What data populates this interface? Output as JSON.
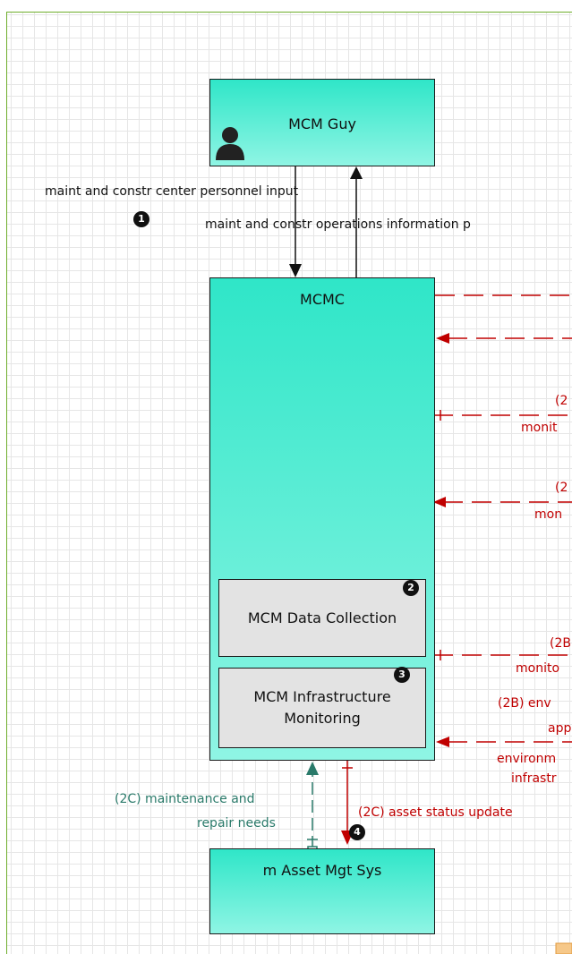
{
  "nodes": {
    "mcm_guy": "MCM Guy",
    "mcmc": "MCMC",
    "data_collection": "MCM Data Collection",
    "infra_monitoring_line1": "MCM Infrastructure",
    "infra_monitoring_line2": "Monitoring",
    "asset_mgt": "m Asset Mgt Sys"
  },
  "flows": {
    "personnel_input": "maint and constr center personnel input",
    "operations_info": "maint and constr operations information p",
    "f2_a_line1": "(2",
    "f2_a_line2": "monit",
    "f2_b_line1": "(2",
    "f2_b_line2": "mon",
    "f2b_a_line1": "(2B",
    "f2b_a_line2": "monito",
    "f2b_b_line1": "(2B) env",
    "f2b_b_line2": "app",
    "f2b_b_line3": "environm",
    "f2b_b_line4": "infrastr",
    "maint_needs_line1": "(2C) maintenance and",
    "maint_needs_line2": "repair needs",
    "asset_status": "(2C) asset status update"
  },
  "badges": {
    "b1": "1",
    "b2": "2",
    "b3": "3",
    "b4": "4"
  },
  "colors": {
    "box_top": "#2fe6c8",
    "box_bottom": "#8ff5e4",
    "red_flow": "#c00000",
    "teal_flow": "#2a7a6a",
    "frame": "#6fae2d"
  }
}
